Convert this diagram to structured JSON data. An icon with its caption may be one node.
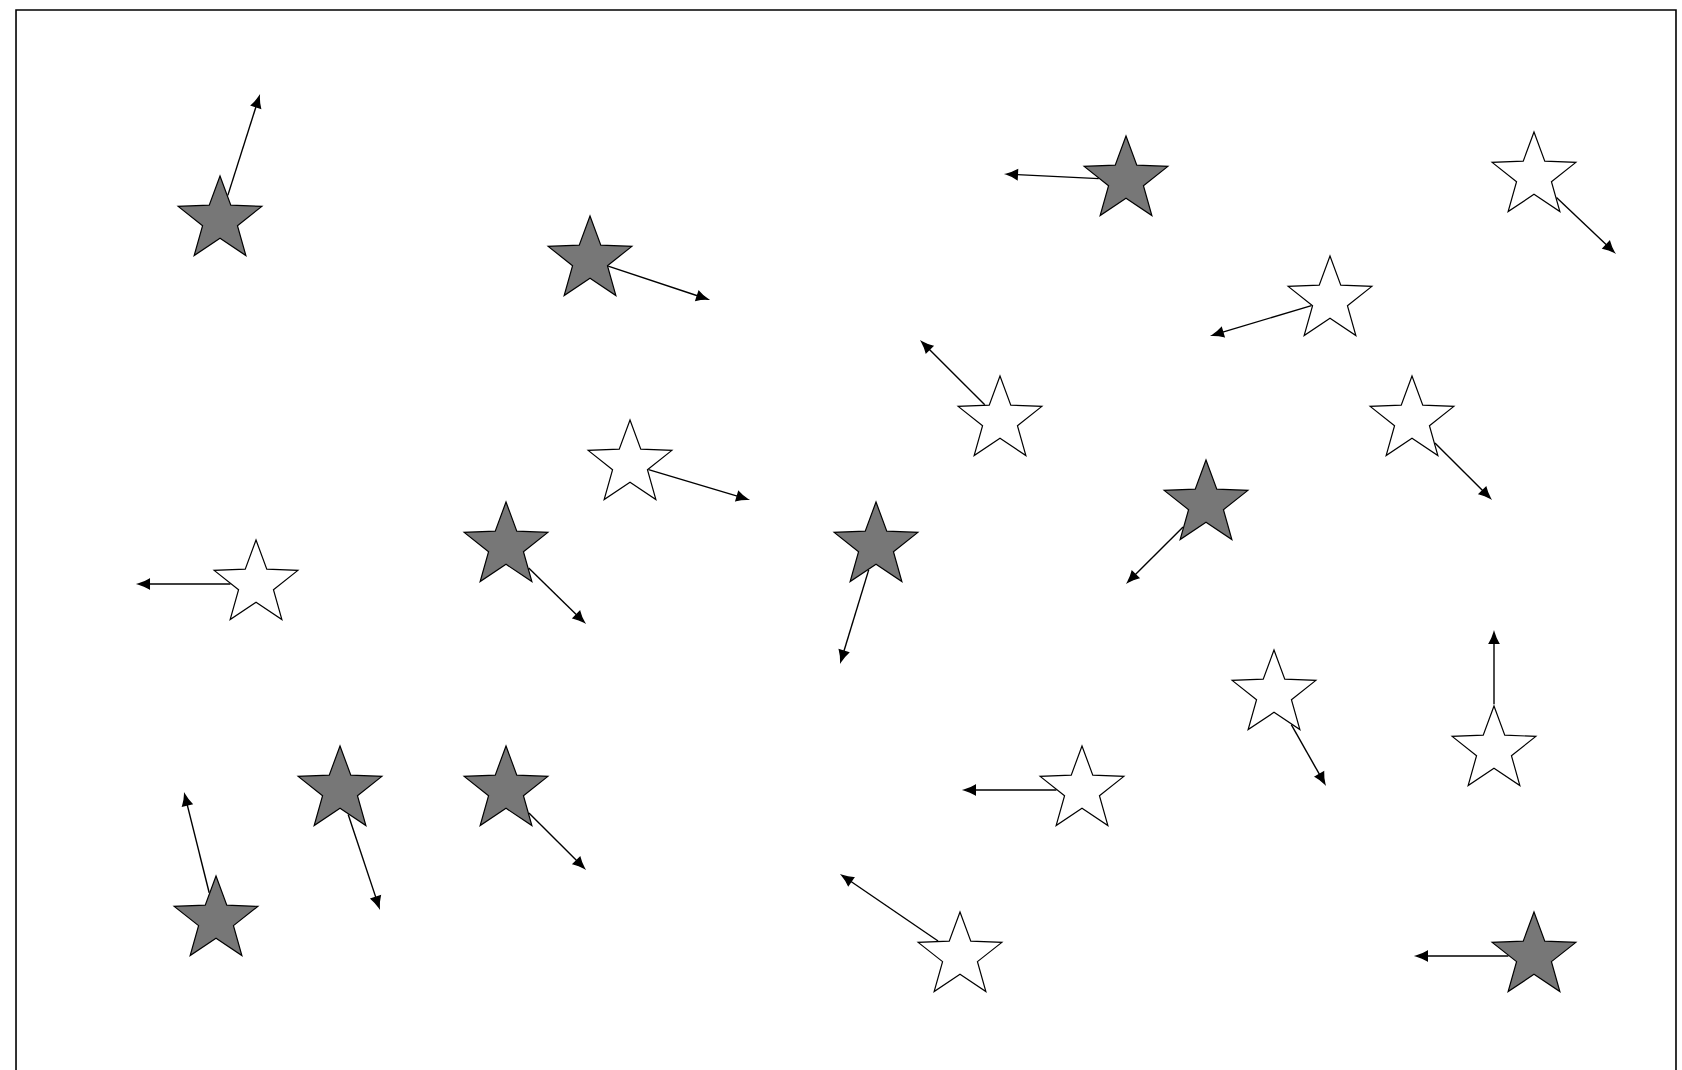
{
  "diagram": {
    "nodes": [
      {
        "text": [],
        "shape": "star"
      },
      {
        "text": [],
        "shape": "star"
      },
      {
        "text": [],
        "shape": "star"
      },
      {
        "text": [],
        "shape": "star"
      },
      {
        "text": [],
        "shape": "star"
      },
      {
        "text": [],
        "shape": "star"
      },
      {
        "text": [],
        "shape": "star"
      },
      {
        "text": [],
        "shape": "star"
      },
      {
        "text": [],
        "shape": "star"
      },
      {
        "text": [],
        "shape": "star"
      },
      {
        "text": [],
        "shape": "star"
      },
      {
        "text": [],
        "shape": "star"
      },
      {
        "text": [],
        "shape": "star"
      },
      {
        "text": [],
        "shape": "star"
      },
      {
        "text": [],
        "shape": "star"
      },
      {
        "text": [],
        "shape": "star"
      },
      {
        "text": [],
        "shape": "star"
      },
      {
        "text": [],
        "shape": "star"
      },
      {
        "text": [],
        "shape": "star"
      },
      {
        "text": [],
        "shape": "star"
      }
    ],
    "edges": [
      {
        "from": 0,
        "to": null,
        "arrow": "to"
      },
      {
        "from": 1,
        "to": null,
        "arrow": "to"
      },
      {
        "from": 2,
        "to": null,
        "arrow": "to"
      },
      {
        "from": 3,
        "to": null,
        "arrow": "to"
      },
      {
        "from": 4,
        "to": null,
        "arrow": "to"
      },
      {
        "from": 5,
        "to": null,
        "arrow": "to"
      },
      {
        "from": 6,
        "to": null,
        "arrow": "to"
      },
      {
        "from": 7,
        "to": null,
        "arrow": "to"
      },
      {
        "from": 8,
        "to": null,
        "arrow": "to"
      },
      {
        "from": 9,
        "to": null,
        "arrow": "to"
      },
      {
        "from": 10,
        "to": null,
        "arrow": "to"
      },
      {
        "from": 11,
        "to": null,
        "arrow": "to"
      },
      {
        "from": 12,
        "to": null,
        "arrow": "to"
      },
      {
        "from": 13,
        "to": null,
        "arrow": "to"
      },
      {
        "from": 14,
        "to": null,
        "arrow": "to"
      },
      {
        "from": 15,
        "to": null,
        "arrow": "to"
      },
      {
        "from": 16,
        "to": null,
        "arrow": "to"
      },
      {
        "from": 17,
        "to": null,
        "arrow": "to"
      },
      {
        "from": 18,
        "to": null,
        "arrow": "to"
      },
      {
        "from": 19,
        "to": null,
        "arrow": "to"
      }
    ]
  }
}
